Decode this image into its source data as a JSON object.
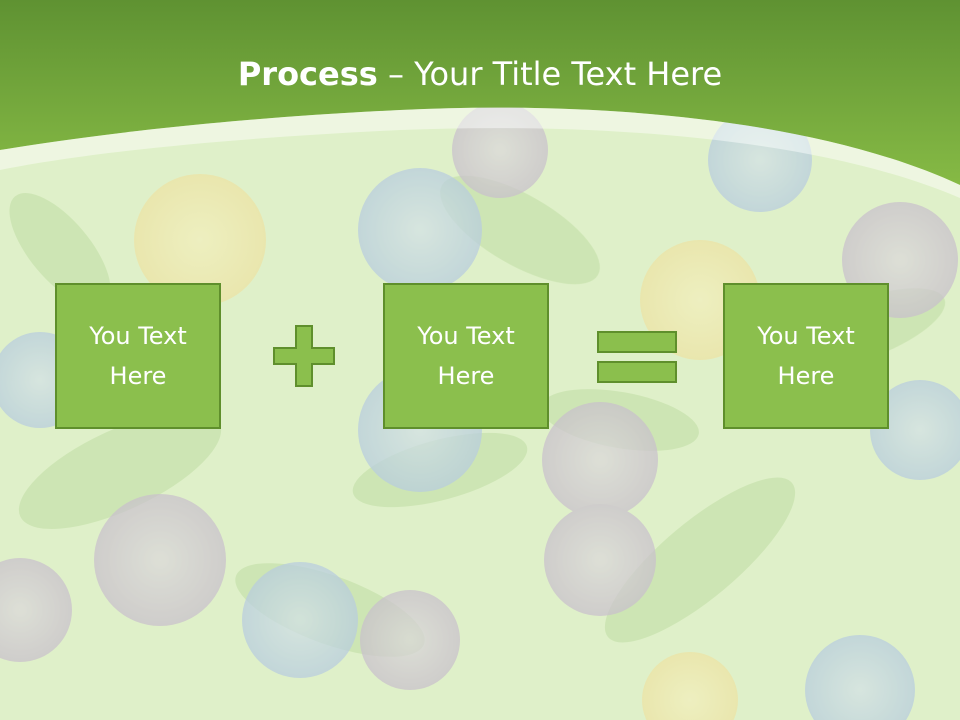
{
  "slide": {
    "title_bold": "Process",
    "title_rest": " – Your Title Text Here"
  },
  "process": {
    "boxes": [
      {
        "label": "You Text Here"
      },
      {
        "label": "You Text Here"
      },
      {
        "label": "You Text Here"
      }
    ],
    "operators": [
      "plus",
      "equals"
    ]
  },
  "colors": {
    "header_green": "#6fa83a",
    "box_fill": "#8bbf4d",
    "box_border": "#5f8f2c",
    "background": "#dbeec0"
  }
}
